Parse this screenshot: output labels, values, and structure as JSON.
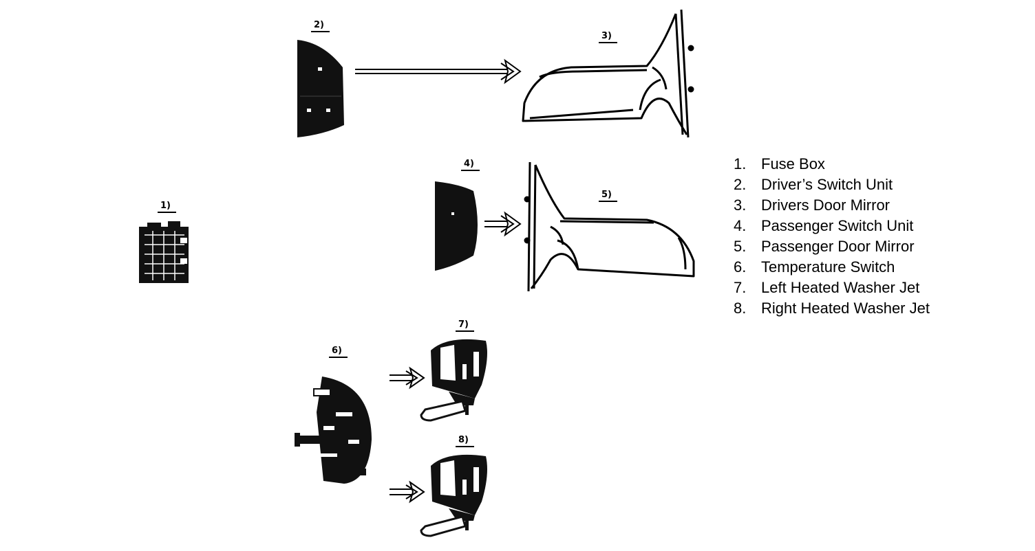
{
  "callouts": {
    "c1": "1)",
    "c2": "2)",
    "c3": "3)",
    "c4": "4)",
    "c5": "5)",
    "c6": "6)",
    "c7": "7)",
    "c8": "8)"
  },
  "legend": [
    {
      "number": "1.",
      "label": "Fuse Box"
    },
    {
      "number": "2.",
      "label": "Driver’s Switch Unit"
    },
    {
      "number": "3.",
      "label": "Drivers Door Mirror"
    },
    {
      "number": "4.",
      "label": "Passenger Switch Unit"
    },
    {
      "number": "5.",
      "label": "Passenger Door Mirror"
    },
    {
      "number": "6.",
      "label": "Temperature Switch"
    },
    {
      "number": "7.",
      "label": "Left Heated Washer Jet"
    },
    {
      "number": "8.",
      "label": "Right Heated Washer Jet"
    }
  ]
}
